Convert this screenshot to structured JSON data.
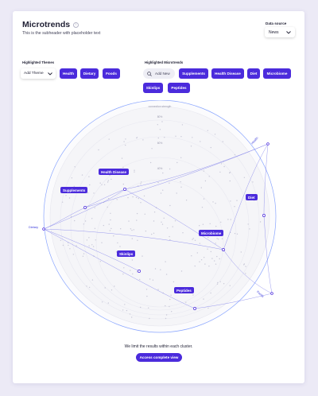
{
  "header": {
    "title": "Microtrends",
    "info_icon": "info-icon",
    "subtitle": "This is the subheader with placeholder text"
  },
  "data_source": {
    "label": "Data source",
    "selected": "News",
    "icon": "chevron-down-icon"
  },
  "themes": {
    "label": "Highlighted Themes",
    "add_label": "Add Theme",
    "items": [
      "Health",
      "Dietary",
      "Foods"
    ]
  },
  "microtrends": {
    "label": "Highlighted Microtrends",
    "add_label": "Add New",
    "items": [
      "Supplements",
      "Health Disease",
      "Diet",
      "Microbiome",
      "Skinlips",
      "Peptides"
    ]
  },
  "radar": {
    "center_label": "connection strength",
    "ring_labels": [
      "80%",
      "60%",
      "40%"
    ],
    "axes": [
      "Health",
      "Dietary",
      "Foods"
    ],
    "nodes": [
      "Health Disease",
      "Supplements",
      "Diet",
      "Microbiome",
      "Skinlips",
      "Peptides"
    ]
  },
  "footer": {
    "note": "We limit the results within each cluster.",
    "cta": "Access complete view"
  },
  "colors": {
    "accent": "#4b2bdc",
    "outer_ring": "#8aa6ff",
    "background": "#eceaf6"
  }
}
